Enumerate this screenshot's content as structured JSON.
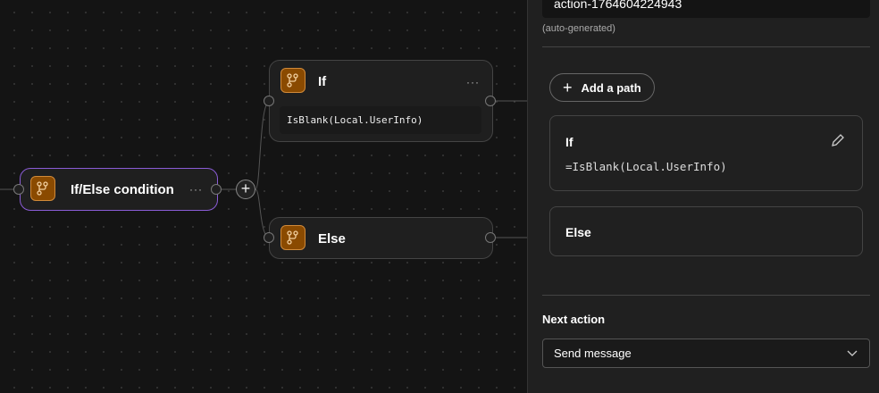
{
  "canvas": {
    "nodes": {
      "condition": {
        "title": "If/Else condition",
        "menu": "···"
      },
      "if": {
        "title": "If",
        "menu": "···",
        "expression": "IsBlank(Local.UserInfo)"
      },
      "else": {
        "title": "Else"
      }
    },
    "add_symbol": "+"
  },
  "panel": {
    "action_id": "action-1764604224943",
    "action_id_hint": "(auto-generated)",
    "add_path_label": "Add a path",
    "paths": [
      {
        "title": "If",
        "expression": "=IsBlank(Local.UserInfo)"
      },
      {
        "title": "Else"
      }
    ],
    "next_action_label": "Next action",
    "next_action_value": "Send message"
  },
  "colors": {
    "accent": "#8a5cd6",
    "node_icon": "#8a4a00"
  }
}
